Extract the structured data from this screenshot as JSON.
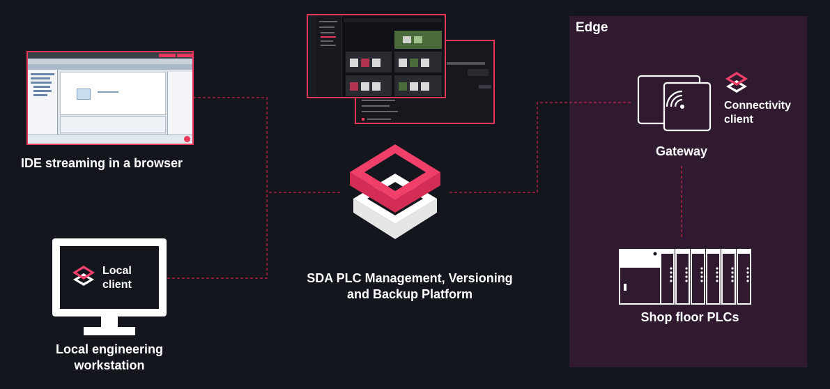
{
  "edge": {
    "title": "Edge"
  },
  "ide": {
    "label": "IDE streaming in a browser"
  },
  "platform": {
    "label_line1": "SDA PLC Management, Versioning",
    "label_line2": "and Backup Platform"
  },
  "gateway": {
    "label": "Gateway"
  },
  "connectivity": {
    "line1": "Connectivity",
    "line2": "client"
  },
  "local_client": {
    "line1": "Local",
    "line2": "client"
  },
  "workstation": {
    "line1": "Local engineering",
    "line2": "workstation"
  },
  "plcs": {
    "label": "Shop floor PLCs"
  },
  "colors": {
    "accent": "#e8375d",
    "background": "#14161e",
    "edge_panel": "#2f1a2f"
  }
}
